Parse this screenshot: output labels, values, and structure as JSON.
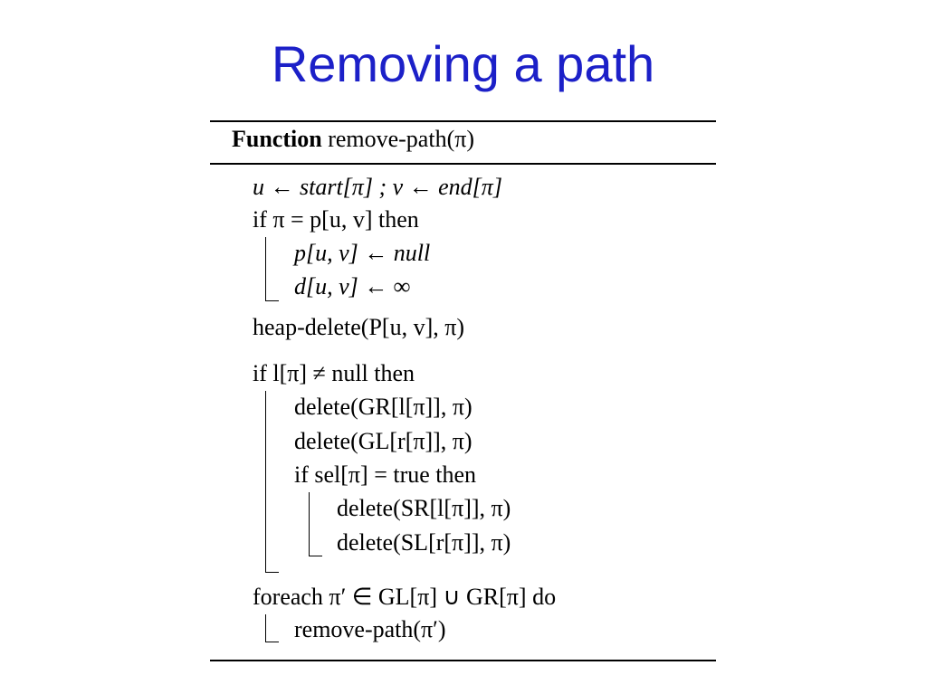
{
  "slide": {
    "title": "Removing a path"
  },
  "algorithm": {
    "header_keyword": "Function",
    "header_signature": "remove-path(π)",
    "lines": [
      "u ← start[π] ; v ← end[π]",
      "if π = p[u, v] then",
      "p[u, v] ← null",
      "d[u, v] ← ∞",
      "heap-delete(P[u, v], π)",
      "if l[π] ≠ null then",
      "delete(GR[l[π]], π)",
      "delete(GL[r[π]], π)",
      "if sel[π] = true then",
      "delete(SR[l[π]], π)",
      "delete(SL[r[π]], π)",
      "foreach π′ ∈ GL[π] ∪ GR[π] do",
      "remove-path(π′)"
    ]
  }
}
